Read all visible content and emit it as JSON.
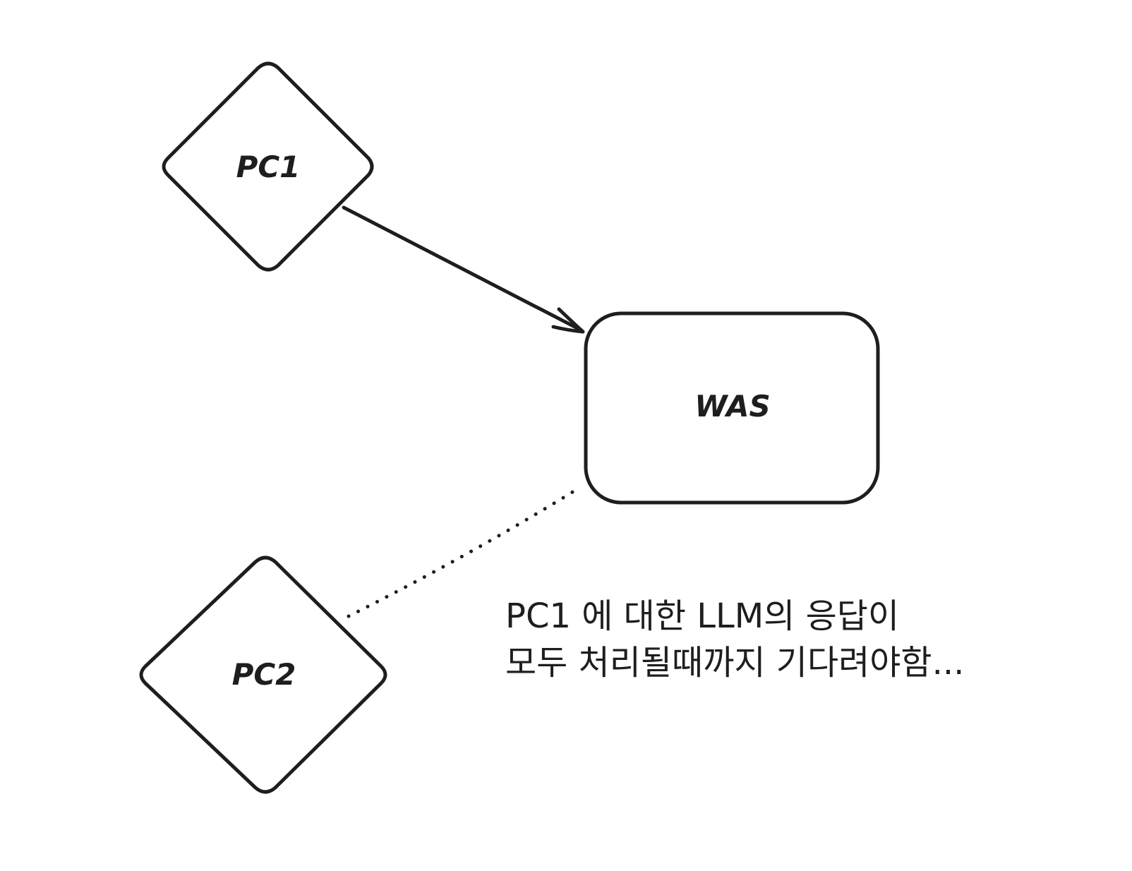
{
  "nodes": {
    "pc1": {
      "label": "PC1"
    },
    "pc2": {
      "label": "PC2"
    },
    "was": {
      "label": "WAS"
    }
  },
  "edges": {
    "pc1_to_was": {
      "style": "solid-arrow"
    },
    "pc2_to_was": {
      "style": "dotted"
    }
  },
  "note": {
    "line1": "PC1 에 대한 LLM의 응답이",
    "line2": "모두 처리될때까지 기다려야함..."
  },
  "colors": {
    "stroke": "#1e1e1e",
    "background": "#ffffff"
  }
}
